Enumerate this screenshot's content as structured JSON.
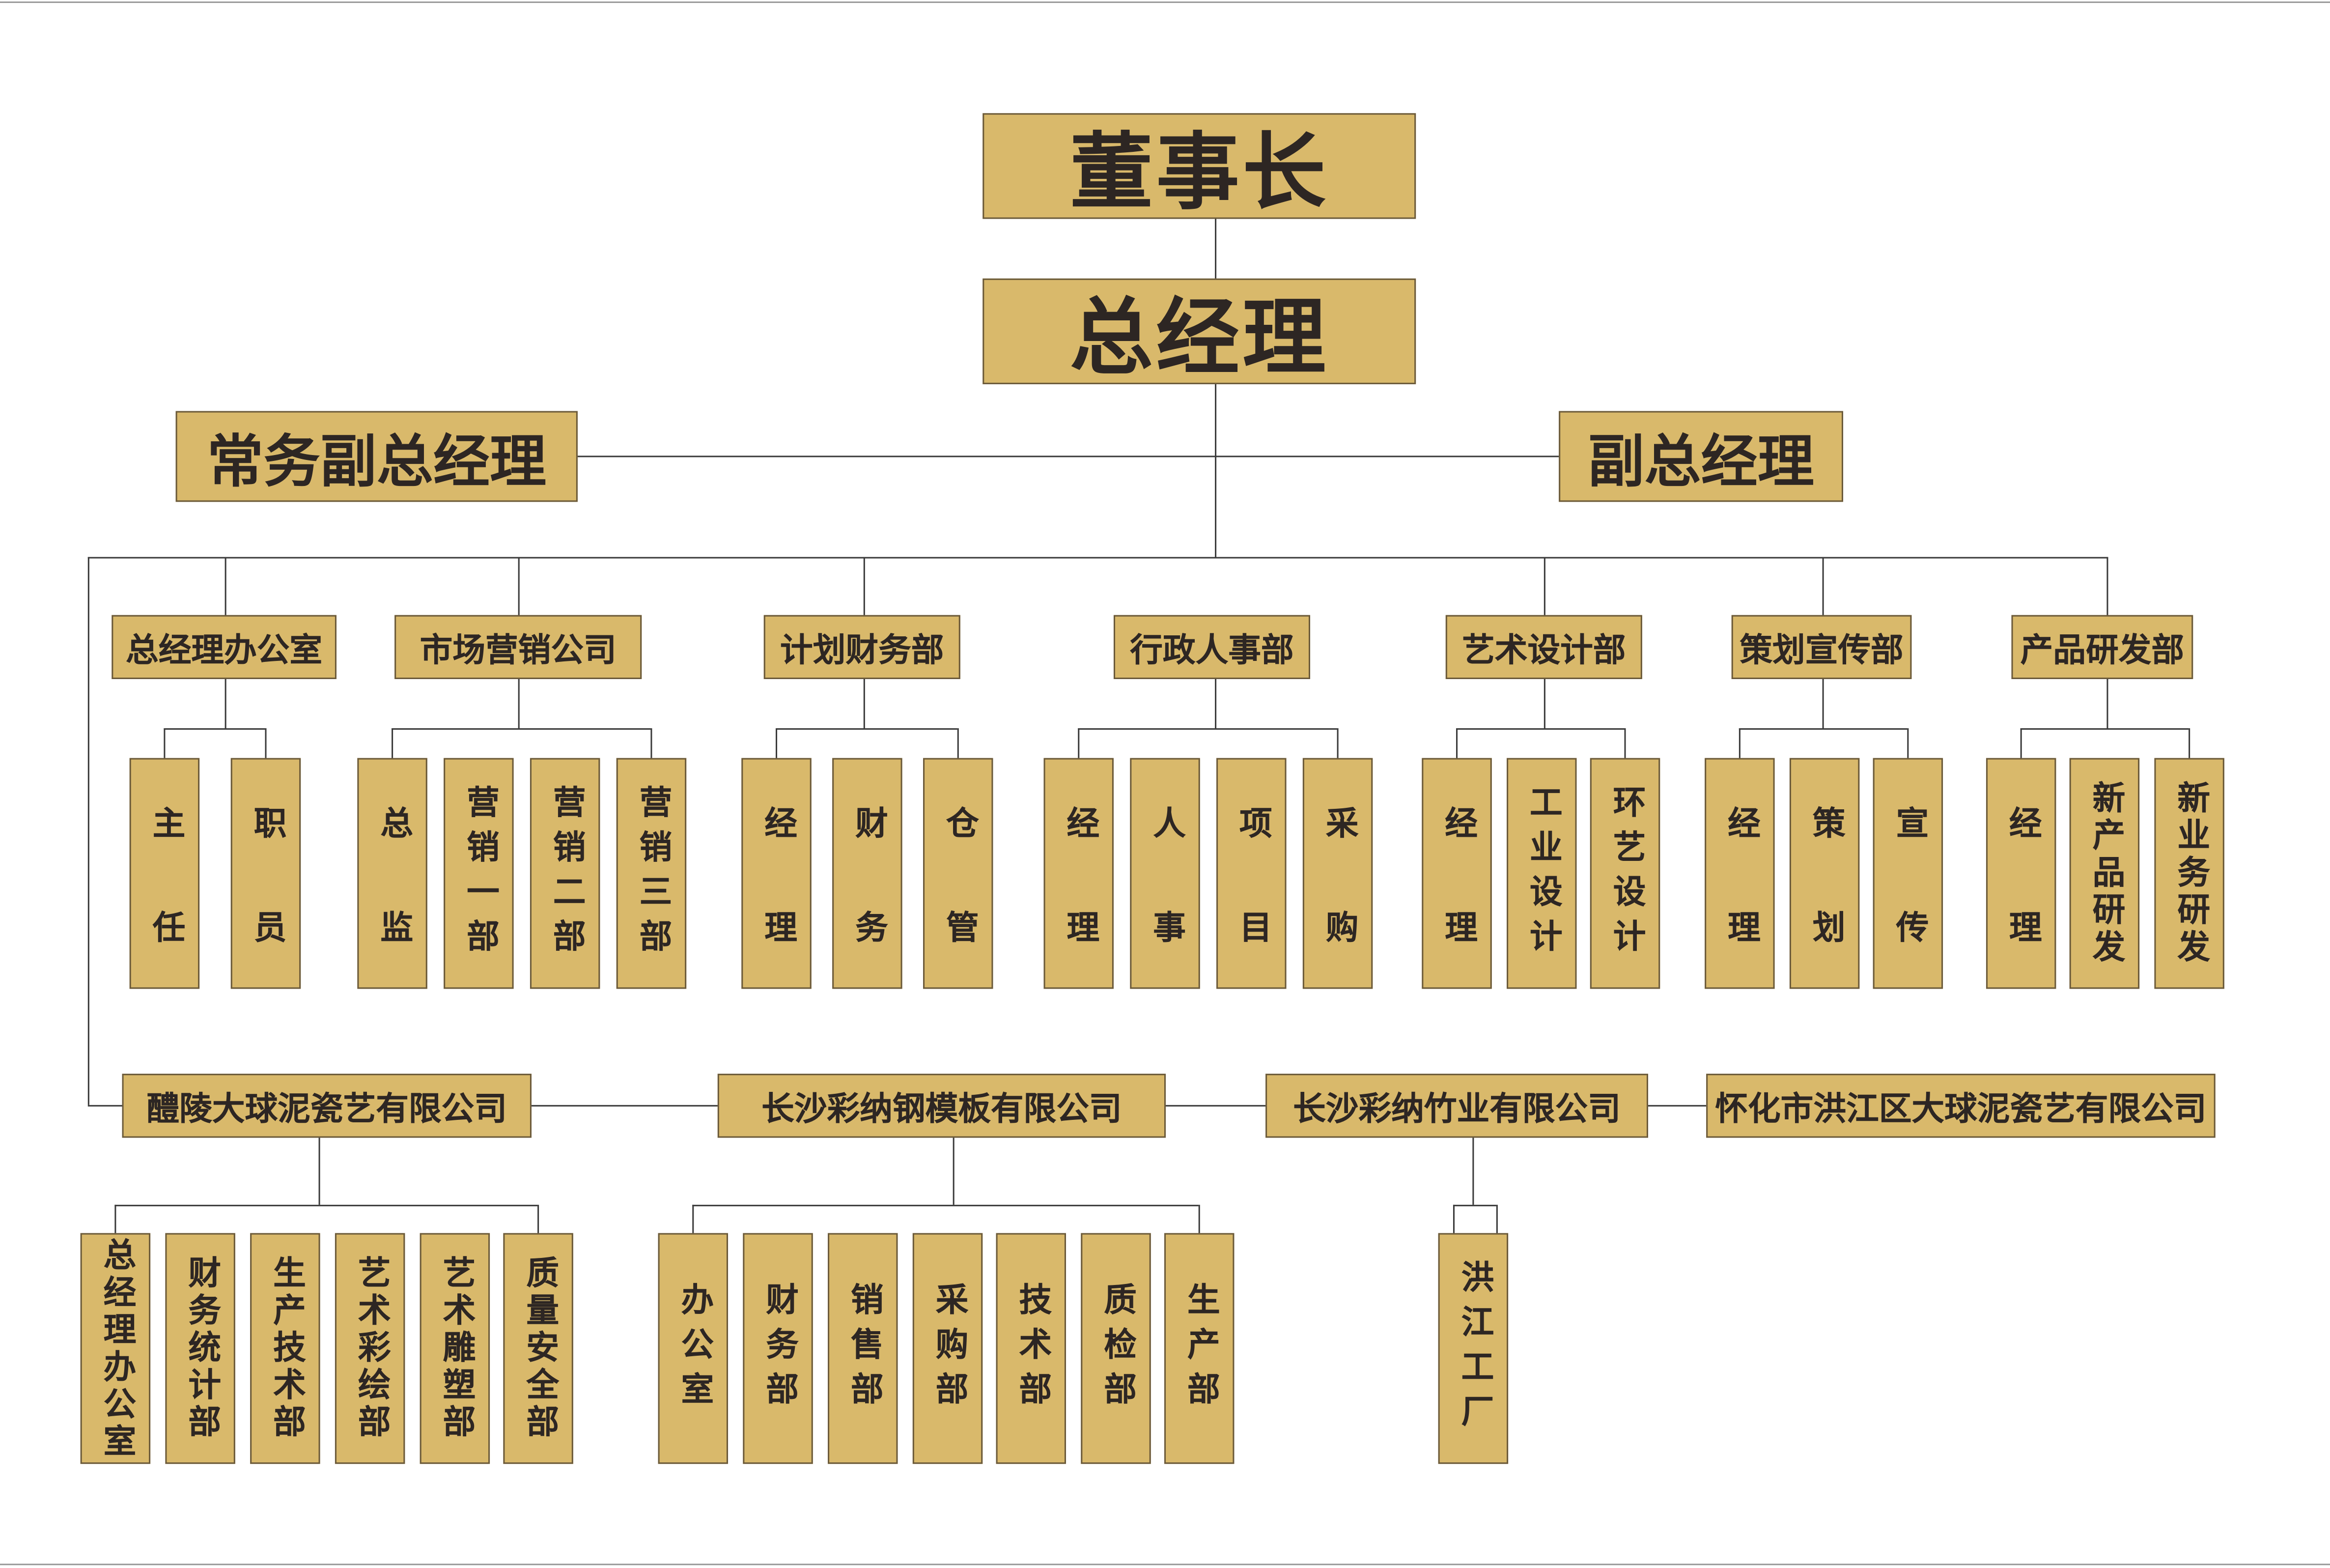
{
  "chairman": "董事长",
  "general_manager": "总经理",
  "executive_deputy_gm": "常务副总经理",
  "deputy_gm": "副总经理",
  "colors": {
    "box": "#d9b96b",
    "text": "#2d2623",
    "line": "#3a3a3a"
  },
  "departments": [
    {
      "name": "总经理办公室",
      "children": [
        "主任",
        "职员"
      ]
    },
    {
      "name": "市场营销公司",
      "children": [
        "总监",
        "营销一部",
        "营销二部",
        "营销三部"
      ]
    },
    {
      "name": "计划财务部",
      "children": [
        "经理",
        "财务",
        "仓管"
      ]
    },
    {
      "name": "行政人事部",
      "children": [
        "经理",
        "人事",
        "项目",
        "采购"
      ]
    },
    {
      "name": "艺术设计部",
      "children": [
        "经理",
        "工业设计",
        "环艺设计"
      ]
    },
    {
      "name": "策划宣传部",
      "children": [
        "经理",
        "策划",
        "宣传"
      ]
    },
    {
      "name": "产品研发部",
      "children": [
        "经理",
        "新产品研发",
        "新业务研发"
      ]
    }
  ],
  "companies": [
    {
      "name": "醴陵大球泥瓷艺有限公司",
      "children": [
        "总经理办公室",
        "财务统计部",
        "生产技术部",
        "艺术彩绘部",
        "艺术雕塑部",
        "质量安全部"
      ]
    },
    {
      "name": "长沙彩纳钢模板有限公司",
      "children": [
        "办公室",
        "财务部",
        "销售部",
        "采购部",
        "技术部",
        "质检部",
        "生产部"
      ]
    },
    {
      "name": "长沙彩纳竹业有限公司",
      "children": [
        "洪江工厂"
      ]
    },
    {
      "name": "怀化市洪江区大球泥瓷艺有限公司",
      "children": []
    }
  ]
}
